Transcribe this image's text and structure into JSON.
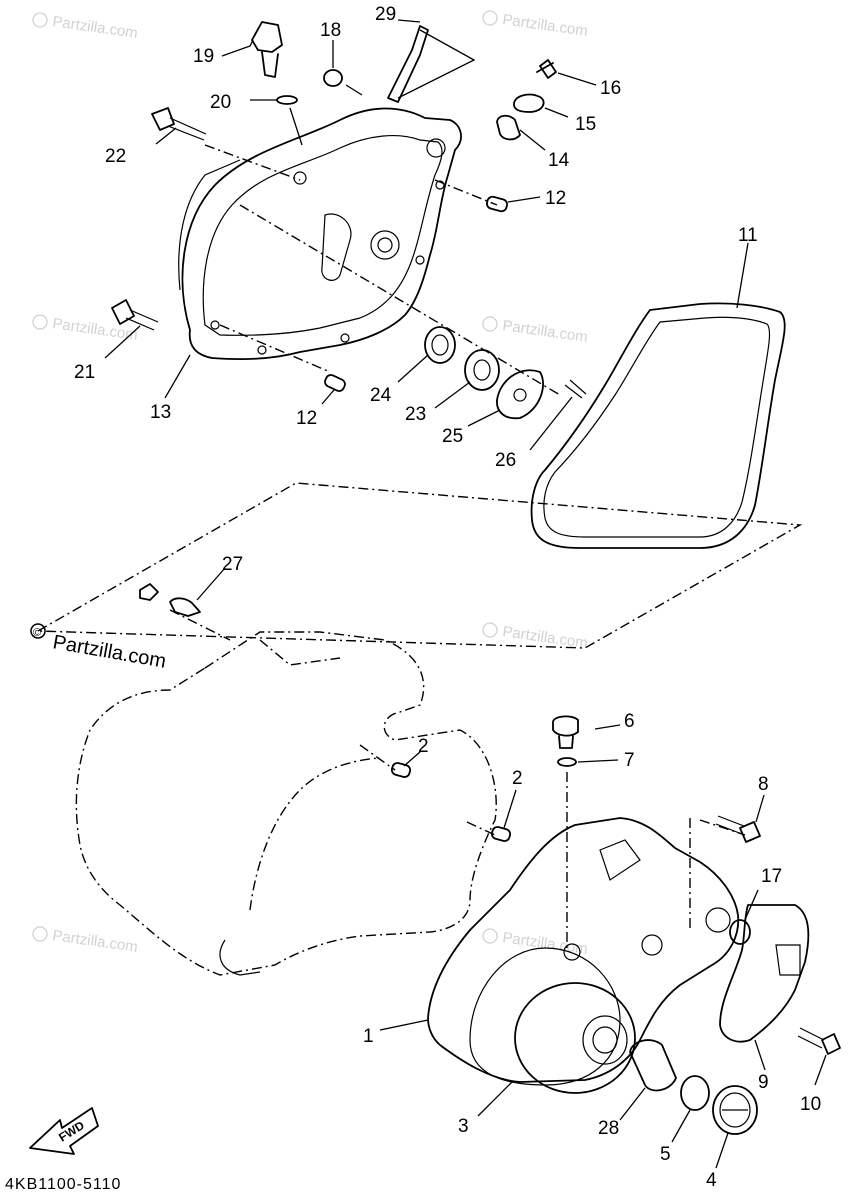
{
  "watermark": "Partzilla.com",
  "watermark_symbol": "©",
  "diagram_code": "4KB1100-5110",
  "fwd_label": "FWD",
  "callouts": [
    "1",
    "2",
    "2",
    "3",
    "4",
    "5",
    "6",
    "7",
    "8",
    "9",
    "10",
    "11",
    "12",
    "12",
    "13",
    "14",
    "15",
    "16",
    "17",
    "18",
    "19",
    "20",
    "21",
    "22",
    "23",
    "24",
    "25",
    "26",
    "27",
    "28",
    "29"
  ]
}
